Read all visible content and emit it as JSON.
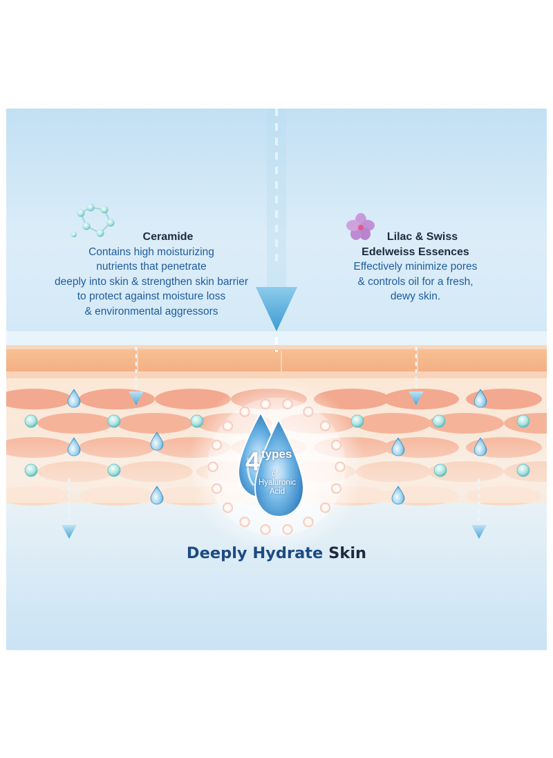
{
  "ceramide": {
    "icon": "molecule-ring-icon",
    "title": "Ceramide",
    "lines": [
      "Contains high moisturizing",
      "nutrients that penetrate",
      "deeply into skin & strengthen skin barrier",
      "to protect against moisture loss",
      "& environmental aggressors"
    ]
  },
  "lilac": {
    "icon": "lilac-flower-icon",
    "title_line1": "Lilac & Swiss",
    "title_line2": "Edelweiss Essences",
    "lines": [
      "Effectively minimize pores",
      "& controls oil for a fresh,",
      "dewy skin."
    ]
  },
  "badge": {
    "number": "4",
    "word": "types",
    "of": "of",
    "line1": "Hyaluronic",
    "line2": "Acid"
  },
  "headline": {
    "part1": "Deeply Hydrate",
    "part2": "Skin"
  },
  "colors": {
    "sky_top": "#cde6f6",
    "skin_band": "#f5b48a",
    "cell": "#f2a990",
    "arrow": "#4aa6d8",
    "headline_blue": "#1d4b83",
    "text_blue": "#1f5c9b"
  }
}
